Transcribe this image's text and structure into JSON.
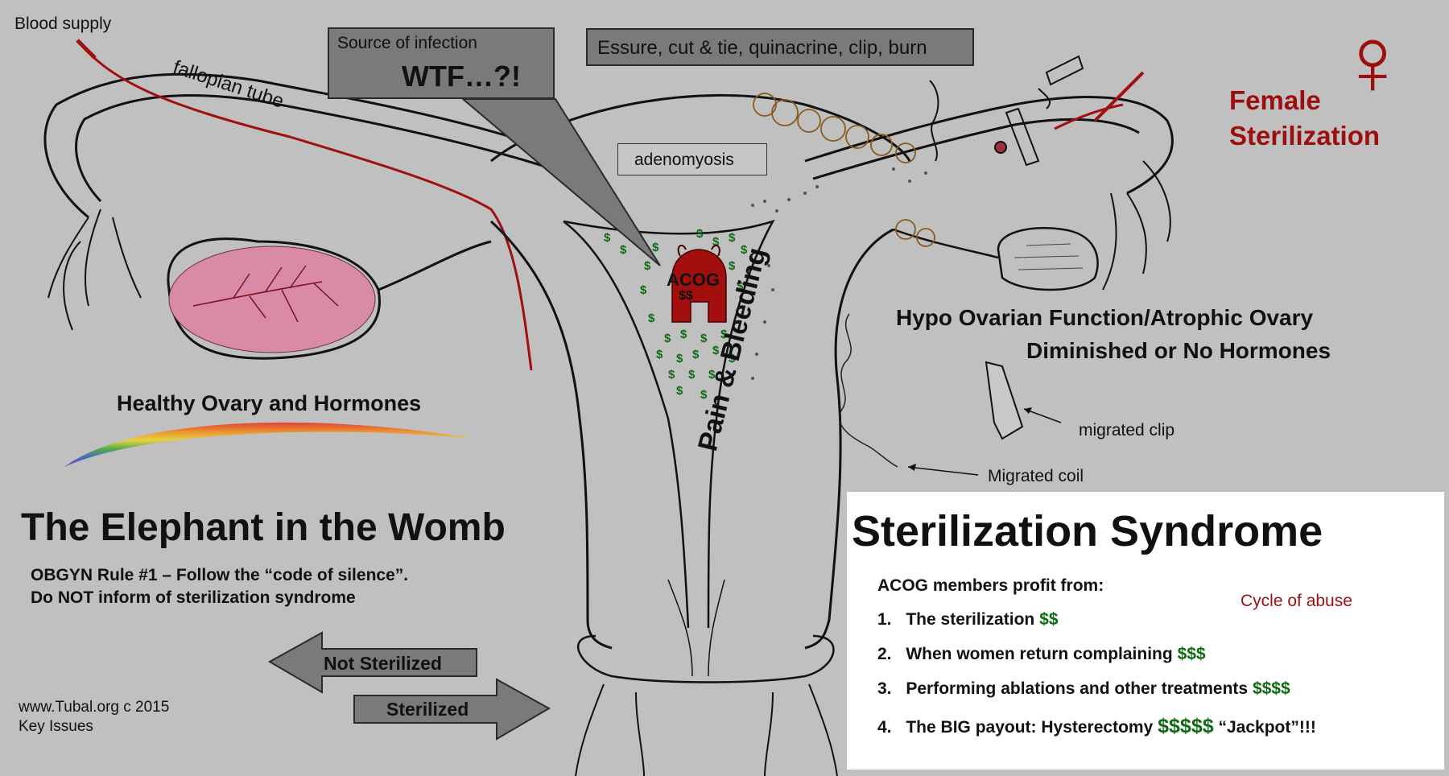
{
  "labels": {
    "blood_supply": "Blood supply",
    "fallopian_tube": "fallopian tube",
    "adenomyosis": "adenomyosis",
    "pain_bleeding": "Pain & Bleeding",
    "healthy_ovary": "Healthy Ovary and Hormones",
    "hypo_line1": "Hypo Ovarian Function/Atrophic Ovary",
    "hypo_line2": "Diminished or No Hormones",
    "migrated_clip": "migrated clip",
    "migrated_coil": "Migrated coil",
    "acog_center": "ACOG",
    "acog_dollar": "$$"
  },
  "callouts": {
    "infection_small": "Source of infection",
    "infection_big": "WTF…?!",
    "methods": "Essure, cut & tie, quinacrine, clip, burn"
  },
  "brand": {
    "line1": "Female",
    "line2": "Sterilization",
    "symbol": "♀"
  },
  "elephant": {
    "title": "The Elephant in the Womb",
    "rule_line1": "OBGYN Rule #1 – Follow the “code of silence”.",
    "rule_line2": "Do NOT inform of sterilization syndrome"
  },
  "arrows": {
    "not_sterilized": "Not Sterilized",
    "sterilized": "Sterilized"
  },
  "footer": {
    "line1": "www.Tubal.org c 2015",
    "line2": "Key Issues"
  },
  "syndrome": {
    "title": "Sterilization Syndrome",
    "intro": "ACOG members profit from:",
    "cycle": "Cycle of abuse",
    "items": [
      {
        "num": "1.",
        "text": "The sterilization",
        "money": "$$",
        "tail": ""
      },
      {
        "num": "2.",
        "text": "When women return complaining",
        "money": "$$$",
        "tail": ""
      },
      {
        "num": "3.",
        "text": "Performing ablations and other treatments",
        "money": "$$$$",
        "tail": ""
      },
      {
        "num": "4.",
        "text": "The BIG payout:  Hysterectomy",
        "money": "$$$$$",
        "tail": "“Jackpot”!!!"
      }
    ]
  },
  "colors": {
    "background": "#c0c0c0",
    "brand_red": "#9c0f0f",
    "money_green": "#0e6b12",
    "ovary_pink": "#d98aa6"
  }
}
